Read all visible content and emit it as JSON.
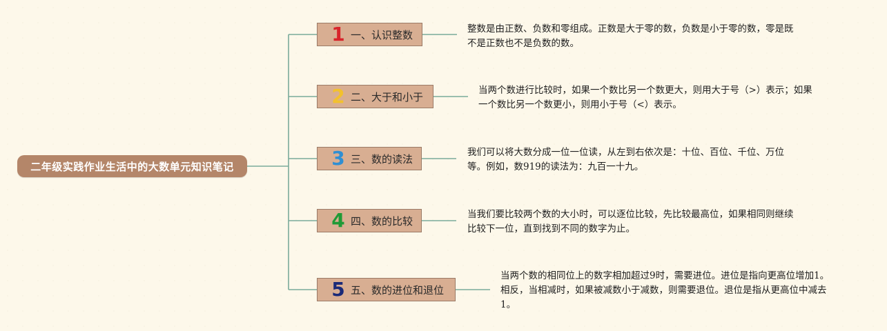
{
  "root": {
    "title": "二年级实践作业生活中的大数单元知识笔记"
  },
  "colors": {
    "line": "#7aaa99",
    "num1": "#d8242b",
    "num2": "#f2c12e",
    "num3": "#2f8fd3",
    "num4": "#1f9a36",
    "num5": "#1a2a78"
  },
  "topics": [
    {
      "number": "1",
      "label": "一、认识整数",
      "lines": [
        "整数是由正数、负数和零组成。正数是大于零的数，负数是小于零的数，零是既",
        "不是正数也不是负数的数。"
      ]
    },
    {
      "number": "2",
      "label": "二、大于和小于",
      "lines": [
        "当两个数进行比较时，如果一个数比另一个数更大，则用大于号（>）表示；如果",
        "一个数比另一个数更小，则用小于号（<）表示。"
      ]
    },
    {
      "number": "3",
      "label": "三、数的读法",
      "lines": [
        "我们可以将大数分成一位一位读，从左到右依次是：十位、百位、千位、万位",
        "等。例如，数919的读法为：九百一十九。"
      ]
    },
    {
      "number": "4",
      "label": "四、数的比较",
      "lines": [
        "当我们要比较两个数的大小时，可以逐位比较，先比较最高位，如果相同则继续",
        "比较下一位，直到找到不同的数字为止。"
      ]
    },
    {
      "number": "5",
      "label": "五、数的进位和退位",
      "lines": [
        "当两个数的相同位上的数字相加超过9时，需要进位。进位是指向更高位增加1。",
        "相反，当相减时，如果被减数小于减数，则需要退位。退位是指从更高位中减去",
        "1。"
      ]
    }
  ]
}
